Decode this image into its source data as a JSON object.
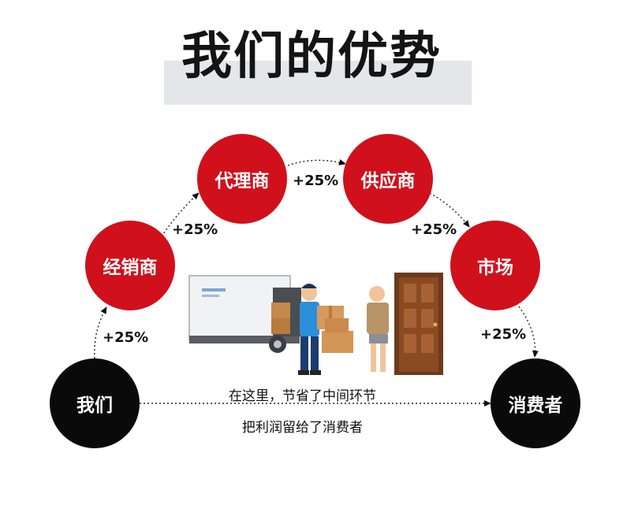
{
  "title": "我们的优势",
  "nodes": {
    "us": "我们",
    "distributor": "经销商",
    "agent": "代理商",
    "supplier": "供应商",
    "market": "市场",
    "consumer": "消费者"
  },
  "increments": [
    "+25%",
    "+25%",
    "+25%",
    "+25%",
    "+25%"
  ],
  "captions": {
    "line1": "在这里，节省了中间环节",
    "line2": "把利润留给了消费者"
  },
  "colors": {
    "accent_red": "#d0101b",
    "node_black": "#0a0a0a",
    "title_band": "#e4e6ea"
  }
}
